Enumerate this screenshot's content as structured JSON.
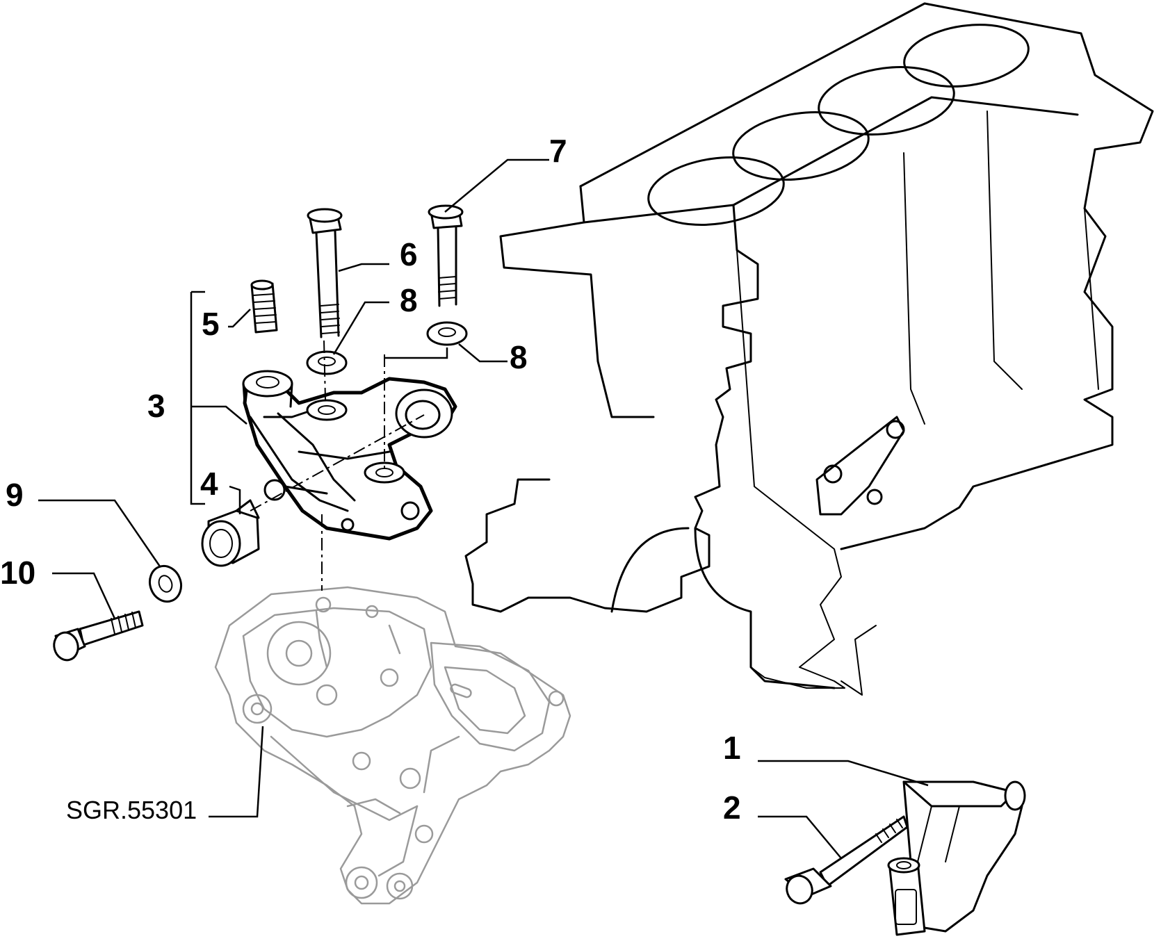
{
  "callouts": {
    "c1": "1",
    "c2": "2",
    "c3": "3",
    "c4": "4",
    "c5": "5",
    "c6": "6",
    "c7": "7",
    "c8a": "8",
    "c8b": "8",
    "c9": "9",
    "c10": "10"
  },
  "reference_label": "SGR.55301",
  "colors": {
    "line": "#000000",
    "ghost": "#9a9a9a",
    "background": "#ffffff"
  }
}
